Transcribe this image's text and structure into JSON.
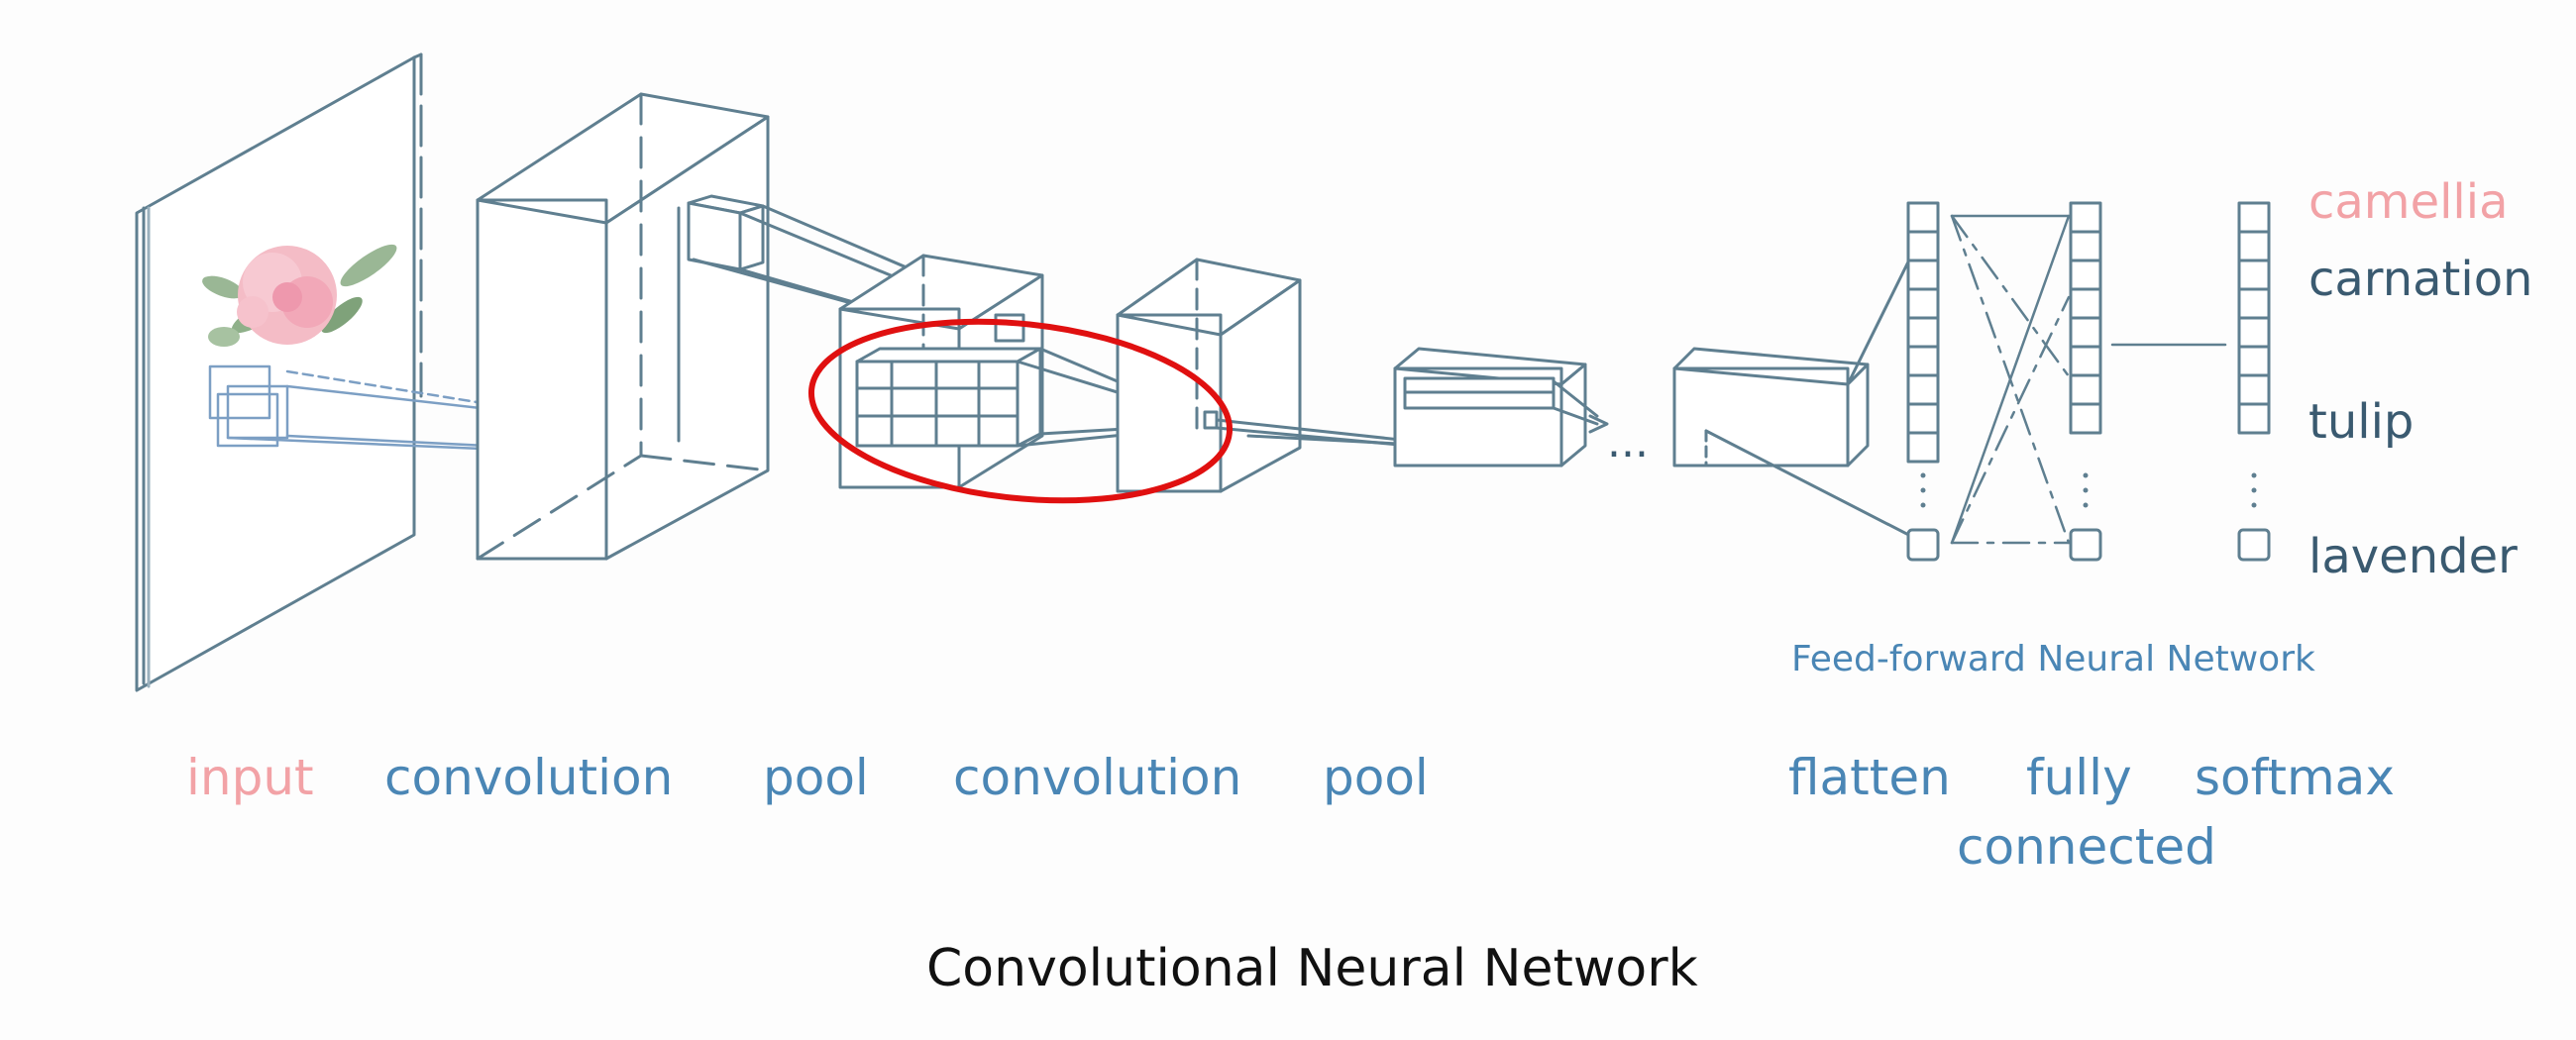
{
  "layer_labels": {
    "input": "input",
    "convolution_1": "convolution",
    "pool_1": "pool",
    "convolution_2": "convolution",
    "pool_2": "pool",
    "flatten": "flatten",
    "fully": "fully",
    "connected": "connected",
    "softmax": "softmax"
  },
  "class_labels": {
    "camellia": "camellia",
    "carnation": "carnation",
    "tulip": "tulip",
    "lavender": "lavender"
  },
  "ellipsis": "...",
  "ffnn_caption": "Feed-forward Neural Network",
  "title": "Convolutional Neural Network",
  "colors": {
    "line": "#5f7f90",
    "label_blue": "#4a86b5",
    "label_pink": "#f2a2a6",
    "label_dark": "#3a5a70",
    "highlight": "#e01010"
  }
}
